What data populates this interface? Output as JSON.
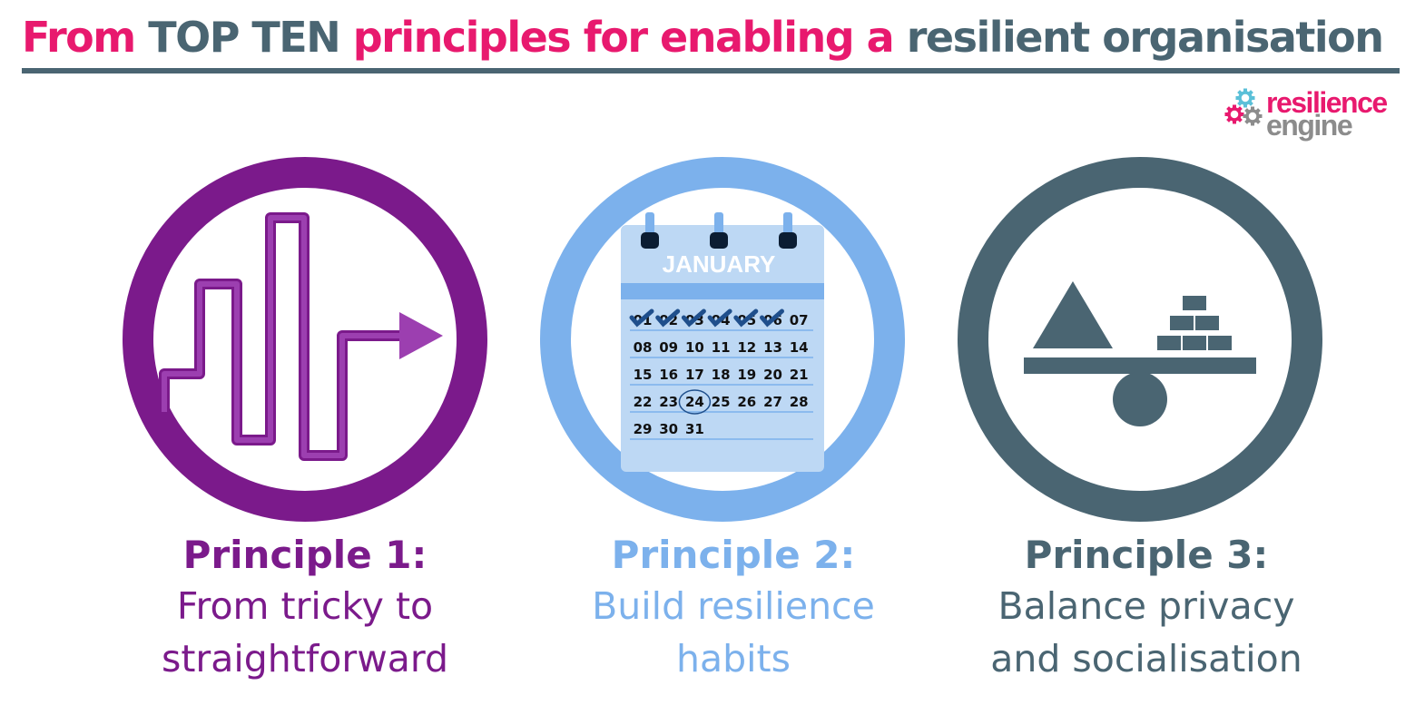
{
  "header": {
    "title_parts": [
      {
        "text": "From ",
        "color": "#e8196e"
      },
      {
        "text": "TOP TEN ",
        "color": "#4a6572"
      },
      {
        "text": "principles for enabling a ",
        "color": "#e8196e"
      },
      {
        "text": "resilient organisation",
        "color": "#4a6572"
      }
    ]
  },
  "logo": {
    "line1": "resilience",
    "line2": "engine",
    "line1_color": "#e8196e",
    "line2_color": "#8c8c8c",
    "gear_colors": [
      "#5bc0d8",
      "#e8196e",
      "#8c8c8c"
    ]
  },
  "principles": [
    {
      "heading": "Principle 1:",
      "line1": "From tricky to",
      "line2": "straightforward",
      "color": "#7b1a8b",
      "icon": "zigzag-arrow-icon"
    },
    {
      "heading": "Principle 2:",
      "line1": "Build resilience",
      "line2": "habits",
      "color": "#7cb1ec",
      "icon": "calendar-icon"
    },
    {
      "heading": "Principle 3:",
      "line1": "Balance privacy",
      "line2": "and socialisation",
      "color": "#4a6572",
      "icon": "balance-scale-icon"
    }
  ],
  "calendar": {
    "month": "JANUARY",
    "rows": [
      [
        "01",
        "02",
        "03",
        "04",
        "05",
        "06",
        "07"
      ],
      [
        "08",
        "09",
        "10",
        "11",
        "12",
        "13",
        "14"
      ],
      [
        "15",
        "16",
        "17",
        "18",
        "19",
        "20",
        "21"
      ],
      [
        "22",
        "23",
        "24",
        "25",
        "26",
        "27",
        "28"
      ],
      [
        "29",
        "30",
        "31"
      ]
    ],
    "checked_days": 6,
    "circled_day": "24"
  }
}
